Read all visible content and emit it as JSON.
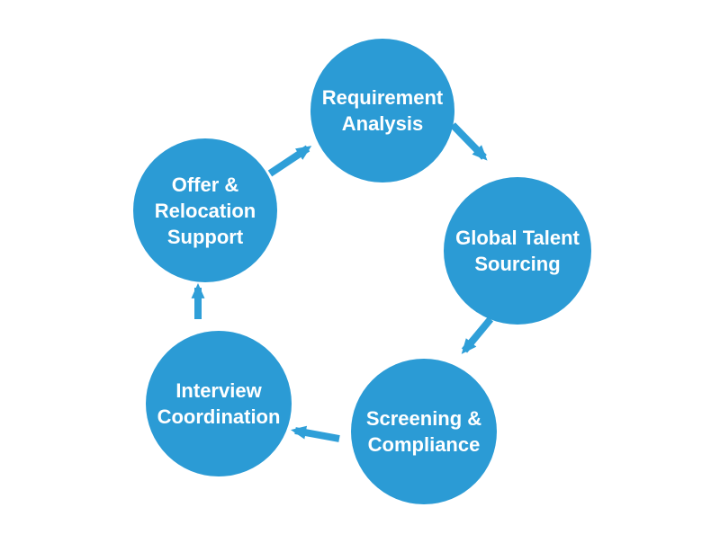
{
  "colors": {
    "background": "#ffffff",
    "node_fill": "#2b9bd5",
    "node_text": "#ffffff",
    "arrow": "#2f9fd8"
  },
  "diagram": {
    "type": "cycle",
    "direction": "clockwise",
    "nodes": [
      {
        "id": "requirement-analysis",
        "label": "Requirement Analysis",
        "lines": [
          "Requirement",
          "Analysis"
        ]
      },
      {
        "id": "global-talent-sourcing",
        "label": "Global Talent Sourcing",
        "lines": [
          "Global Talent",
          "Sourcing"
        ]
      },
      {
        "id": "screening-compliance",
        "label": "Screening & Compliance",
        "lines": [
          "Screening &",
          "Compliance"
        ]
      },
      {
        "id": "interview-coordination",
        "label": "Interview Coordination",
        "lines": [
          "Interview",
          "Coordination"
        ]
      },
      {
        "id": "offer-relocation-support",
        "label": "Offer & Relocation Support",
        "lines": [
          "Offer &",
          "Relocation",
          "Support"
        ]
      }
    ],
    "edges": [
      {
        "from": "requirement-analysis",
        "to": "global-talent-sourcing"
      },
      {
        "from": "global-talent-sourcing",
        "to": "screening-compliance"
      },
      {
        "from": "screening-compliance",
        "to": "interview-coordination"
      },
      {
        "from": "interview-coordination",
        "to": "offer-relocation-support"
      },
      {
        "from": "offer-relocation-support",
        "to": "requirement-analysis"
      }
    ]
  }
}
